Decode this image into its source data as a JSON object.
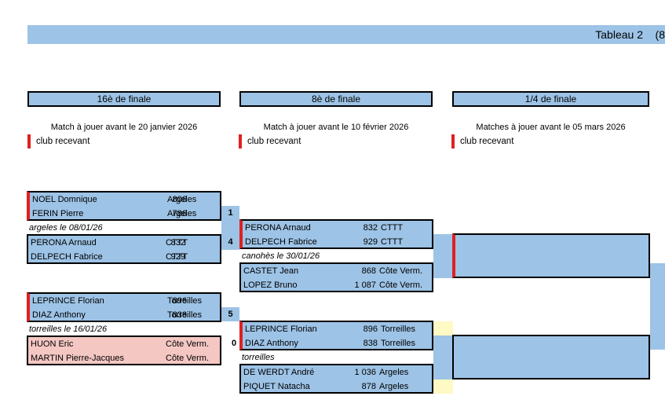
{
  "header": {
    "title": "Tableau 2    (8"
  },
  "rounds": [
    {
      "label": "16è de finale",
      "note": "Match à jouer avant le 20 janvier 2026",
      "club_legend": "club recevant"
    },
    {
      "label": "8è de finale",
      "note": "Match à jouer avant le 10 février 2026",
      "club_legend": "club recevant"
    },
    {
      "label": "1/4 de finale",
      "note": "Matches à jouer avant le 05 mars 2026",
      "club_legend": "club recevant"
    }
  ],
  "r16": {
    "m1": {
      "team_a": [
        {
          "name": "NOEL Domnique",
          "pts": "806",
          "club": "Argeles"
        },
        {
          "name": "FERIN Pierre",
          "pts": "786",
          "club": "Argeles"
        }
      ],
      "score_a": "1",
      "venue": "argeles le 08/01/26",
      "team_b": [
        {
          "name": "PERONA Arnaud",
          "pts": "832",
          "club": "CTTT"
        },
        {
          "name": "DELPECH Fabrice",
          "pts": "929",
          "club": "CTTT"
        }
      ],
      "score_b": "4"
    },
    "m2": {
      "team_a": [
        {
          "name": "LEPRINCE Florian",
          "pts": "896",
          "club": "Torreilles"
        },
        {
          "name": "DIAZ Anthony",
          "pts": "838",
          "club": "Torreilles"
        }
      ],
      "score_a": "5",
      "venue": "torreilles le 16/01/26",
      "team_b": [
        {
          "name": "HUON Eric",
          "pts": "",
          "club": "Côte Verm."
        },
        {
          "name": "MARTIN Pierre-Jacques",
          "pts": "",
          "club": "Côte Verm."
        }
      ],
      "score_b": "0"
    }
  },
  "r8": {
    "m1": {
      "team_a": [
        {
          "name": "PERONA Arnaud",
          "pts": "832",
          "club": "CTTT"
        },
        {
          "name": "DELPECH Fabrice",
          "pts": "929",
          "club": "CTTT"
        }
      ],
      "venue": "canohès le 30/01/26",
      "team_b": [
        {
          "name": "CASTET Jean",
          "pts": "868",
          "club": "Côte Verm."
        },
        {
          "name": "LOPEZ Bruno",
          "pts": "1 087",
          "club": "Côte Verm."
        }
      ]
    },
    "m2": {
      "team_a": [
        {
          "name": "LEPRINCE Florian",
          "pts": "896",
          "club": "Torreilles"
        },
        {
          "name": "DIAZ Anthony",
          "pts": "838",
          "club": "Torreilles"
        }
      ],
      "venue": "torreilles",
      "team_b": [
        {
          "name": "DE WERDT André",
          "pts": "1 036",
          "club": "Argeles"
        },
        {
          "name": "PIQUET Natacha",
          "pts": "878",
          "club": "Argeles"
        }
      ]
    }
  },
  "colors": {
    "accent": "#9dc3e6",
    "receiving": "#e02020",
    "eliminated": "#f4c7c3",
    "pending": "#fff9c4"
  }
}
